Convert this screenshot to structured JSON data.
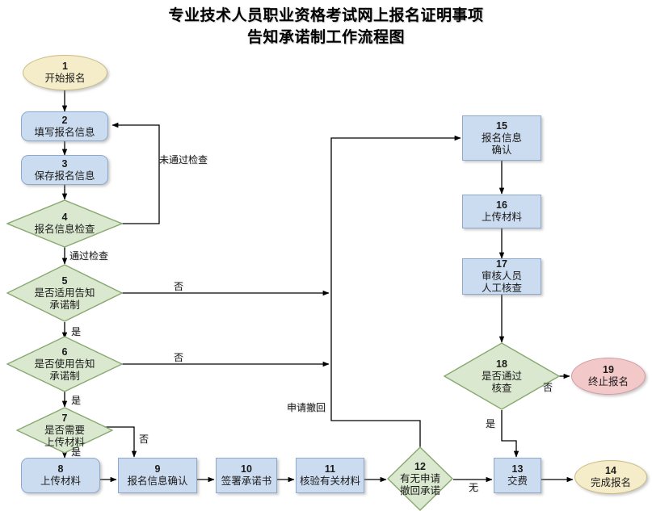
{
  "title": {
    "line1": "专业技术人员职业资格考试网上报名证明事项",
    "line2": "告知承诺制工作流程图"
  },
  "colors": {
    "process_fill": "#ccdcf0",
    "process_stroke": "#8fa9cc",
    "decision_fill": "#d9e8ce",
    "decision_stroke": "#87a86e",
    "start_fill": "#f5ecc9",
    "start_stroke": "#cbbb84",
    "stop_fill": "#f3c8c9",
    "stop_stroke": "#d39b9d",
    "connector": "#000000"
  },
  "nodes": [
    {
      "id": "n1",
      "num": "1",
      "label": "开始报名",
      "shape": "ellipse"
    },
    {
      "id": "n2",
      "num": "2",
      "label": "填写报名信息",
      "shape": "rect-rounded"
    },
    {
      "id": "n3",
      "num": "3",
      "label": "保存报名信息",
      "shape": "rect-rounded"
    },
    {
      "id": "n4",
      "num": "4",
      "label": "报名信息检查",
      "shape": "diamond"
    },
    {
      "id": "n5",
      "num": "5",
      "label": "是否适用告知\n承诺制",
      "shape": "diamond"
    },
    {
      "id": "n6",
      "num": "6",
      "label": "是否使用告知\n承诺制",
      "shape": "diamond"
    },
    {
      "id": "n7",
      "num": "7",
      "label": "是否需要\n上传材料",
      "shape": "diamond"
    },
    {
      "id": "n8",
      "num": "8",
      "label": "上传材料",
      "shape": "rect-rounded"
    },
    {
      "id": "n9",
      "num": "9",
      "label": "报名信息确认",
      "shape": "rect"
    },
    {
      "id": "n10",
      "num": "10",
      "label": "签署承诺书",
      "shape": "rect"
    },
    {
      "id": "n11",
      "num": "11",
      "label": "核验有关材料",
      "shape": "rect"
    },
    {
      "id": "n12",
      "num": "12",
      "label": "有无申请\n撤回承诺",
      "shape": "diamond"
    },
    {
      "id": "n13",
      "num": "13",
      "label": "交费",
      "shape": "rect"
    },
    {
      "id": "n14",
      "num": "14",
      "label": "完成报名",
      "shape": "ellipse"
    },
    {
      "id": "n15",
      "num": "15",
      "label": "报名信息\n确认",
      "shape": "rect"
    },
    {
      "id": "n16",
      "num": "16",
      "label": "上传材料",
      "shape": "rect"
    },
    {
      "id": "n17",
      "num": "17",
      "label": "审核人员\n人工核查",
      "shape": "rect"
    },
    {
      "id": "n18",
      "num": "18",
      "label": "是否通过\n核查",
      "shape": "diamond"
    },
    {
      "id": "n19",
      "num": "19",
      "label": "终止报名",
      "shape": "ellipse-stop"
    }
  ],
  "edge_labels": [
    {
      "id": "l_fail",
      "text": "未通过检查"
    },
    {
      "id": "l_pass",
      "text": "通过检查"
    },
    {
      "id": "l_n5_no",
      "text": "否"
    },
    {
      "id": "l_n5_yes",
      "text": "是"
    },
    {
      "id": "l_n6_no",
      "text": "否"
    },
    {
      "id": "l_n6_yes",
      "text": "是"
    },
    {
      "id": "l_n7_no",
      "text": "否"
    },
    {
      "id": "l_n7_yes",
      "text": "是"
    },
    {
      "id": "l_withdraw",
      "text": "申请撤回"
    },
    {
      "id": "l_n12_none",
      "text": "无"
    },
    {
      "id": "l_n18_no",
      "text": "否"
    },
    {
      "id": "l_n18_yes",
      "text": "是"
    }
  ]
}
